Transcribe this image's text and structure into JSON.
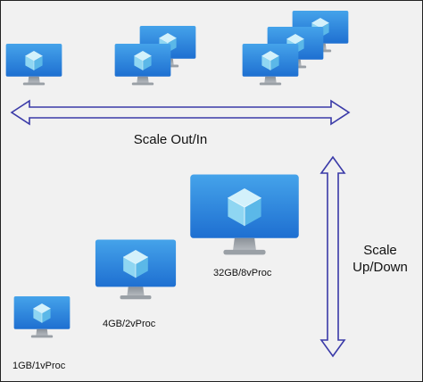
{
  "labels": {
    "scale_out": "Scale Out/In",
    "scale_up_line1": "Scale",
    "scale_up_line2": "Up/Down",
    "small_vm": "1GB/1vProc",
    "medium_vm": "4GB/2vProc",
    "large_vm": "32GB/8vProc"
  },
  "colors": {
    "background": "#f1f1f1",
    "arrow": "#3a3aa8",
    "screen_top": "#45a3ea",
    "screen_bottom": "#1e6fd1",
    "cube_light": "#b7e4f7",
    "cube_mid": "#7fd0f2",
    "cube_dark": "#5bb8e8",
    "stand": "#9aa0a6"
  },
  "icons": [
    "virtual-machine-icon",
    "double-arrow-horizontal-icon",
    "double-arrow-vertical-icon"
  ]
}
